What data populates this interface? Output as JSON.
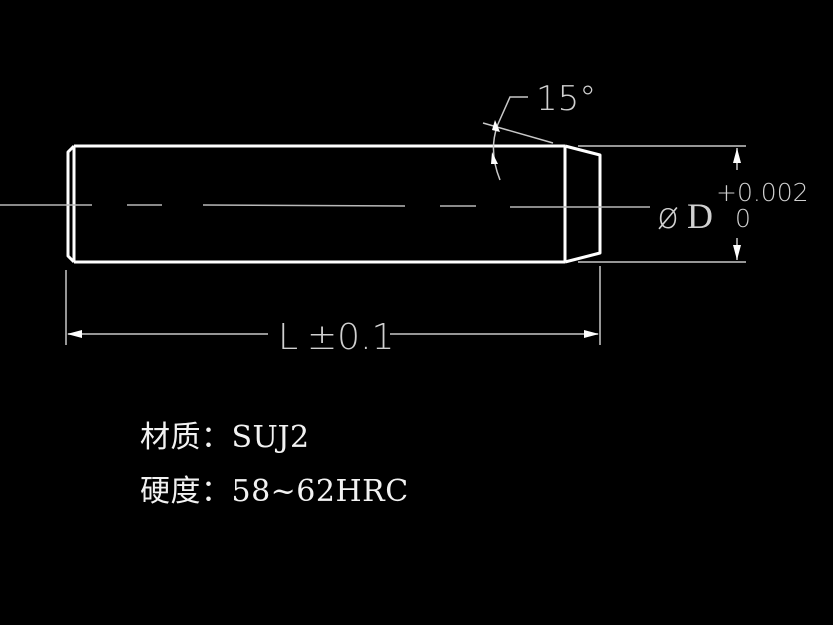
{
  "drawing": {
    "angle_label": "15°",
    "diameter_symbol": "ø",
    "diameter_label": "D",
    "tolerance_upper": "+0.002",
    "tolerance_lower": "0",
    "length_label": "L",
    "length_tolerance": "±0.1"
  },
  "specs": [
    {
      "label": "材质：",
      "value": "SUJ2"
    },
    {
      "label": "硬度：",
      "value": "58~62HRC"
    }
  ],
  "colors": {
    "background": "#000000",
    "outline": "#ffffff",
    "dimension": "#c8c8c8"
  }
}
